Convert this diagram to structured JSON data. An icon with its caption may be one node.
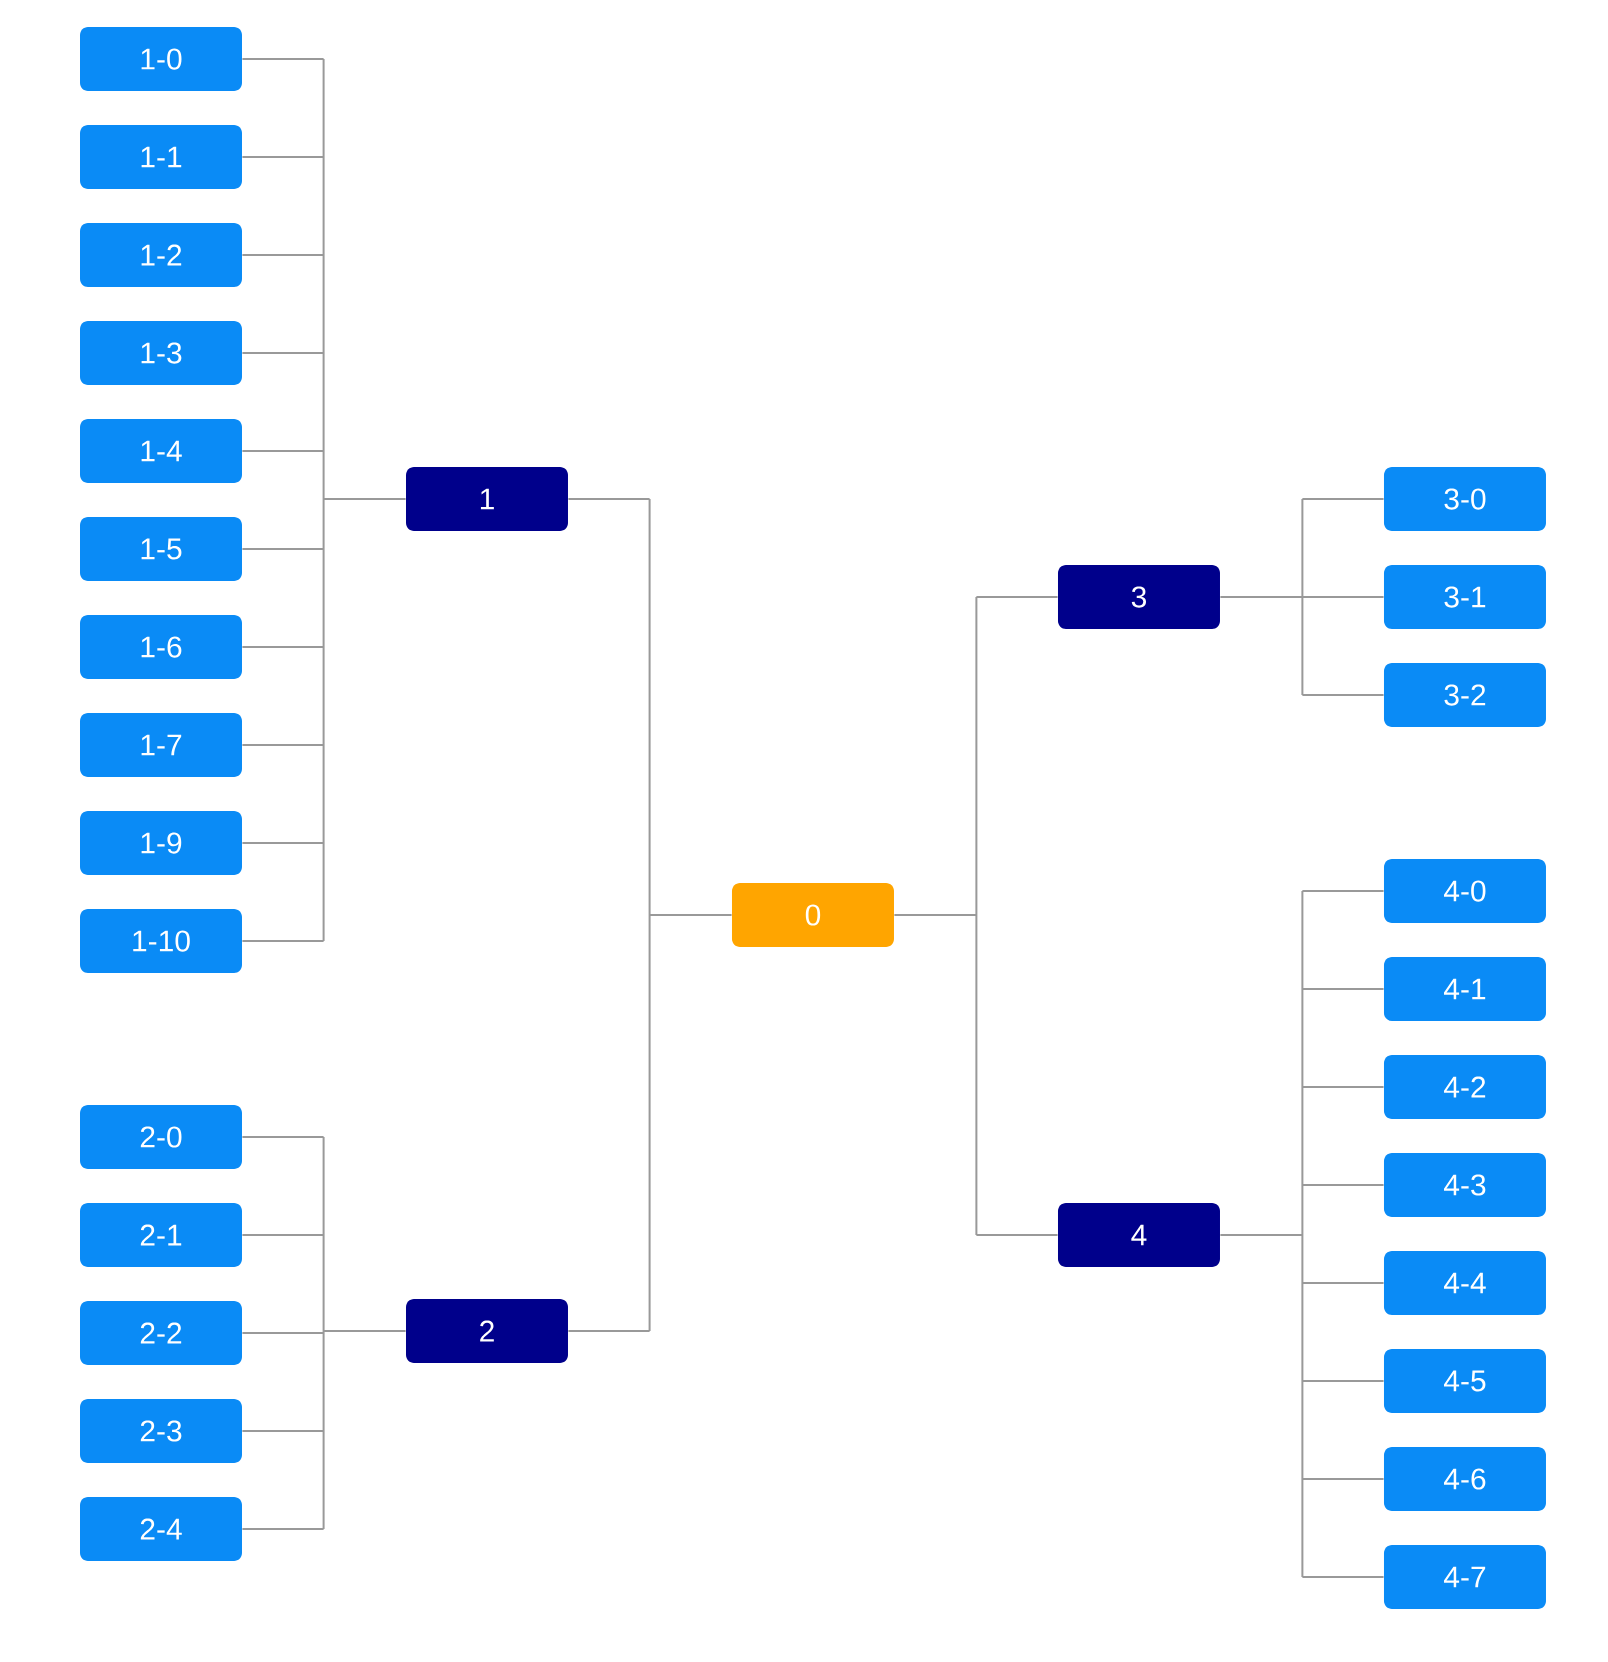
{
  "diagram": {
    "nodes": [
      {
        "text": [
          "0"
        ]
      },
      {
        "text": [
          "1"
        ]
      },
      {
        "text": [
          "1-0"
        ]
      },
      {
        "text": [
          "1-1"
        ]
      },
      {
        "text": [
          "1-2"
        ]
      },
      {
        "text": [
          "1-3"
        ]
      },
      {
        "text": [
          "1-4"
        ]
      },
      {
        "text": [
          "1-5"
        ]
      },
      {
        "text": [
          "1-6"
        ]
      },
      {
        "text": [
          "1-7"
        ]
      },
      {
        "text": [
          "1-9"
        ]
      },
      {
        "text": [
          "1-10"
        ]
      },
      {
        "text": [
          "2"
        ]
      },
      {
        "text": [
          "2-0"
        ]
      },
      {
        "text": [
          "2-1"
        ]
      },
      {
        "text": [
          "2-2"
        ]
      },
      {
        "text": [
          "2-3"
        ]
      },
      {
        "text": [
          "2-4"
        ]
      },
      {
        "text": [
          "3"
        ]
      },
      {
        "text": [
          "3-0"
        ]
      },
      {
        "text": [
          "3-1"
        ]
      },
      {
        "text": [
          "3-2"
        ]
      },
      {
        "text": [
          "4"
        ]
      },
      {
        "text": [
          "4-0"
        ]
      },
      {
        "text": [
          "4-1"
        ]
      },
      {
        "text": [
          "4-2"
        ]
      },
      {
        "text": [
          "4-3"
        ]
      },
      {
        "text": [
          "4-4"
        ]
      },
      {
        "text": [
          "4-5"
        ]
      },
      {
        "text": [
          "4-6"
        ]
      },
      {
        "text": [
          "4-7"
        ]
      }
    ],
    "edges": [
      {
        "from": 0,
        "to": 1,
        "arrow": "none"
      },
      {
        "from": 1,
        "to": 2,
        "arrow": "none"
      },
      {
        "from": 1,
        "to": 3,
        "arrow": "none"
      },
      {
        "from": 1,
        "to": 4,
        "arrow": "none"
      },
      {
        "from": 1,
        "to": 5,
        "arrow": "none"
      },
      {
        "from": 1,
        "to": 6,
        "arrow": "none"
      },
      {
        "from": 1,
        "to": 7,
        "arrow": "none"
      },
      {
        "from": 1,
        "to": 8,
        "arrow": "none"
      },
      {
        "from": 1,
        "to": 9,
        "arrow": "none"
      },
      {
        "from": 1,
        "to": 10,
        "arrow": "none"
      },
      {
        "from": 1,
        "to": 11,
        "arrow": "none"
      },
      {
        "from": 0,
        "to": 12,
        "arrow": "none"
      },
      {
        "from": 12,
        "to": 13,
        "arrow": "none"
      },
      {
        "from": 12,
        "to": 14,
        "arrow": "none"
      },
      {
        "from": 12,
        "to": 15,
        "arrow": "none"
      },
      {
        "from": 12,
        "to": 16,
        "arrow": "none"
      },
      {
        "from": 12,
        "to": 17,
        "arrow": "none"
      },
      {
        "from": 0,
        "to": 18,
        "arrow": "none"
      },
      {
        "from": 18,
        "to": 19,
        "arrow": "none"
      },
      {
        "from": 18,
        "to": 20,
        "arrow": "none"
      },
      {
        "from": 18,
        "to": 21,
        "arrow": "none"
      },
      {
        "from": 0,
        "to": 22,
        "arrow": "none"
      },
      {
        "from": 22,
        "to": 23,
        "arrow": "none"
      },
      {
        "from": 22,
        "to": 24,
        "arrow": "none"
      },
      {
        "from": 22,
        "to": 25,
        "arrow": "none"
      },
      {
        "from": 22,
        "to": 26,
        "arrow": "none"
      },
      {
        "from": 22,
        "to": 27,
        "arrow": "none"
      },
      {
        "from": 22,
        "to": 28,
        "arrow": "none"
      },
      {
        "from": 22,
        "to": 29,
        "arrow": "none"
      },
      {
        "from": 22,
        "to": 30,
        "arrow": "none"
      }
    ]
  }
}
